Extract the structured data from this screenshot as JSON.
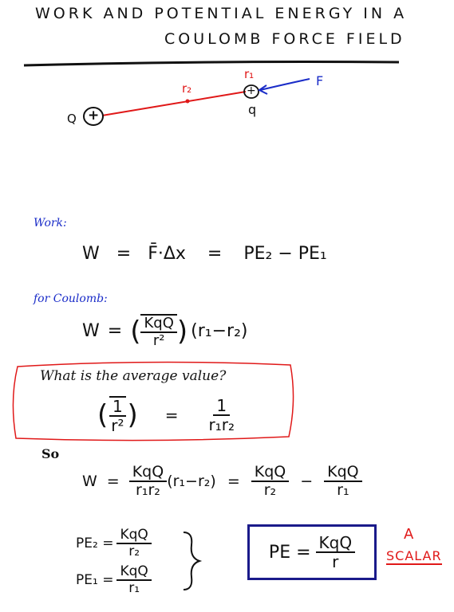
{
  "title": {
    "line1": "WORK AND POTENTIAL ENERGY IN A",
    "line2": "COULOMB FORCE FIELD"
  },
  "diagram": {
    "charge_Q": "Q",
    "plus": "+",
    "r2": "r₂",
    "r1": "r₁",
    "force": "F",
    "q": "q"
  },
  "work": {
    "label": "Work:",
    "W": "W",
    "eq": "=",
    "F": "F̄",
    "dot_dx": "·Δx",
    "eq2": "=",
    "rhs": "PE₂ − PE₁"
  },
  "coulomb": {
    "label": "for Coulomb:",
    "W": "W",
    "eq": "=",
    "num": "KqQ",
    "den": "r²",
    "tail": "(r₁−r₂)"
  },
  "average": {
    "question": "What is the average value?",
    "lhs_num": "1",
    "lhs_den": "r²",
    "eq": "=",
    "rhs_num": "1",
    "rhs_den": "r₁r₂"
  },
  "so": {
    "label": "So",
    "W": "W",
    "eq": "=",
    "f1_num": "KqQ",
    "f1_den": "r₁r₂",
    "f1_tail": "(r₁−r₂)",
    "eq2": "=",
    "f2_num": "KqQ",
    "f2_den": "r₂",
    "minus": "−",
    "f3_num": "KqQ",
    "f3_den": "r₁"
  },
  "pe_defs": {
    "pe2_lhs": "PE₂ =",
    "pe2_num": "KqQ",
    "pe2_den": "r₂",
    "pe1_lhs": "PE₁ =",
    "pe1_num": "KqQ",
    "pe1_den": "r₁"
  },
  "result": {
    "lhs": "PE =",
    "num": "KqQ",
    "den": "r"
  },
  "scalar": {
    "a": "A",
    "word": "SCALAR"
  },
  "colors": {
    "red": "#e01818",
    "blue": "#1a2cc8",
    "box_blue": "#1a1a8a"
  }
}
